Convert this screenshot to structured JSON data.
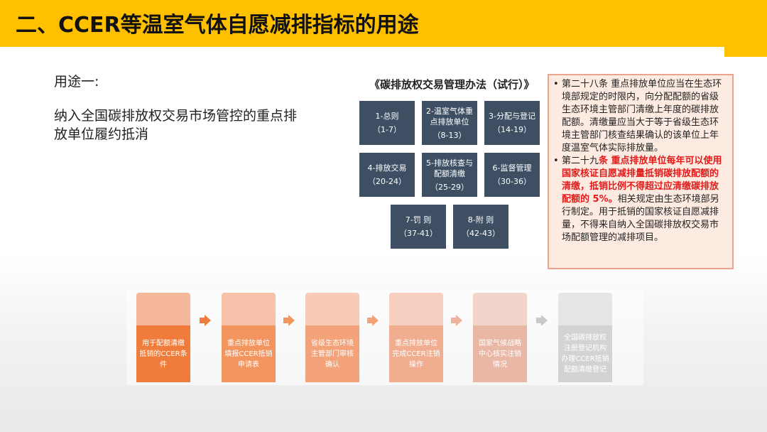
{
  "header": {
    "title": "二、CCER等温室气体自愿减排指标的用途"
  },
  "usage": {
    "label": "用途一:",
    "description": "纳入全国碳排放权交易市场管控的重点排放单位履约抵消"
  },
  "law": {
    "title": "《碳排放权交易管理办法（试行）》",
    "chapters": [
      {
        "name": "1-总则",
        "range": "（1-7）"
      },
      {
        "name": "2-温室气体重点排放单位",
        "range": "（8-13）"
      },
      {
        "name": "3-分配与登记",
        "range": "（14-19）"
      },
      {
        "name": "4-排放交易",
        "range": "（20-24）"
      },
      {
        "name": "5-排放核查与配额清缴",
        "range": "（25-29）"
      },
      {
        "name": "6-监督管理",
        "range": "（30-36）"
      },
      {
        "name": "7-罚 则",
        "range": "（37-41）"
      },
      {
        "name": "8-附 则",
        "range": "（42-43）"
      }
    ]
  },
  "articles": {
    "a28": "第二十八条  重点排放单位应当在生态环境部规定的时限内，向分配配额的省级生态环境主管部门清缴上年度的碳排放配额。清缴量应当大于等于省级生态环境主管部门核查结果确认的该单位上年度温室气体实际排放量。",
    "a29_prefix": "第二十九",
    "a29_red": "条  重点排放单位每年可以使用国家核证自愿减排量抵销碳排放配额的清缴，抵销比例不得超过应清缴碳排放配额的 5%。",
    "a29_rest": "相关规定由生态环境部另行制定。用于抵销的国家核证自愿减排量，不得来自纳入全国碳排放权交易市场配额管理的减排项目。"
  },
  "flow": {
    "steps": [
      {
        "label": "用于配额清缴抵销的CCER条件",
        "top_color": "#f6b89a",
        "color": "#f07c3c"
      },
      {
        "label": "重点排放单位填报CCER抵销申请表",
        "top_color": "#f7c2a9",
        "color": "#f2955f"
      },
      {
        "label": "省级生态环境主管部门审核确认",
        "top_color": "#f8cbb6",
        "color": "#f3a279"
      },
      {
        "label": "重点排放单位完成CCER注销操作",
        "top_color": "#f7d0c2",
        "color": "#f0ad90"
      },
      {
        "label": "国家气候战略中心核实注销情况",
        "top_color": "#f1d5cc",
        "color": "#e9b7a6"
      },
      {
        "label": "全国碳排放权注册登记机构办理CCER抵销配额清缴登记",
        "top_color": "#e6e6e6",
        "color": "#d3d3d3"
      }
    ],
    "arrow_colors": [
      "#f07c3c",
      "#f2955f",
      "#f3a279",
      "#eeb29a",
      "#c9c9c9"
    ]
  }
}
